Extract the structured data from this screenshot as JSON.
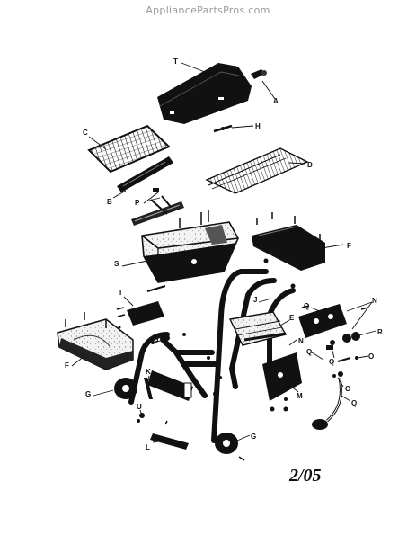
{
  "watermark": "AppliancePartsPros.com",
  "date_code": "2/05",
  "callouts": [
    "T",
    "A",
    "H",
    "C",
    "D",
    "B",
    "P",
    "V",
    "F",
    "S",
    "I",
    "J",
    "N",
    "Q",
    "E",
    "R",
    "O",
    "K",
    "M",
    "G",
    "U",
    "L"
  ]
}
